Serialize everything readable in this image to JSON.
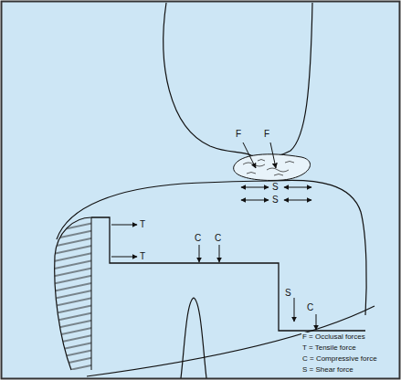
{
  "diagram": {
    "labels": [
      "F",
      "F",
      "S",
      "S",
      "T",
      "C",
      "C",
      "T",
      "S",
      "C"
    ],
    "legend": [
      {
        "text": "F = Occlusal forces"
      },
      {
        "text": "T = Tensile force"
      },
      {
        "text": "C = Compressive force"
      },
      {
        "text": "S = Shear force"
      }
    ]
  }
}
